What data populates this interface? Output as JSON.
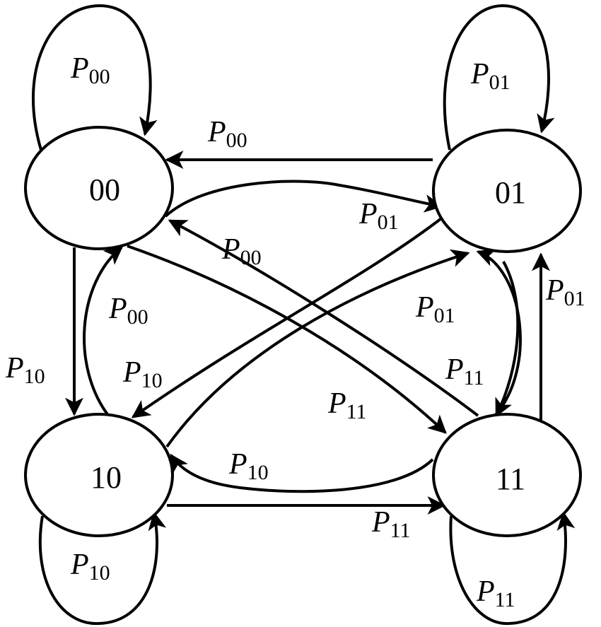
{
  "states": [
    "00",
    "01",
    "10",
    "11"
  ],
  "probability_symbol": "P",
  "transitions": [
    {
      "id": "t00_self",
      "from": "00",
      "to": "00",
      "sub": "00"
    },
    {
      "id": "t01_self",
      "from": "01",
      "to": "01",
      "sub": "01"
    },
    {
      "id": "t10_self",
      "from": "10",
      "to": "10",
      "sub": "10"
    },
    {
      "id": "t11_self",
      "from": "11",
      "to": "11",
      "sub": "11"
    },
    {
      "id": "t01_00",
      "from": "01",
      "to": "00",
      "sub": "00"
    },
    {
      "id": "t00_01",
      "from": "00",
      "to": "01",
      "sub": "01"
    },
    {
      "id": "t11_00",
      "from": "11",
      "to": "00",
      "sub": "00"
    },
    {
      "id": "t10_00",
      "from": "10",
      "to": "00",
      "sub": "00"
    },
    {
      "id": "t00_10",
      "from": "00",
      "to": "10",
      "sub": "10"
    },
    {
      "id": "t01_10",
      "from": "01",
      "to": "10",
      "sub": "10"
    },
    {
      "id": "t10_01",
      "from": "10",
      "to": "01",
      "sub": "01"
    },
    {
      "id": "t11_01",
      "from": "11",
      "to": "01",
      "sub": "01"
    },
    {
      "id": "t11_01_curve",
      "from": "11",
      "to": "01",
      "sub": "01"
    },
    {
      "id": "t01_11",
      "from": "01",
      "to": "11",
      "sub": "11"
    },
    {
      "id": "t00_11",
      "from": "00",
      "to": "11",
      "sub": "11"
    },
    {
      "id": "t11_10",
      "from": "11",
      "to": "10",
      "sub": "10"
    },
    {
      "id": "t10_11",
      "from": "10",
      "to": "11",
      "sub": "11"
    }
  ]
}
